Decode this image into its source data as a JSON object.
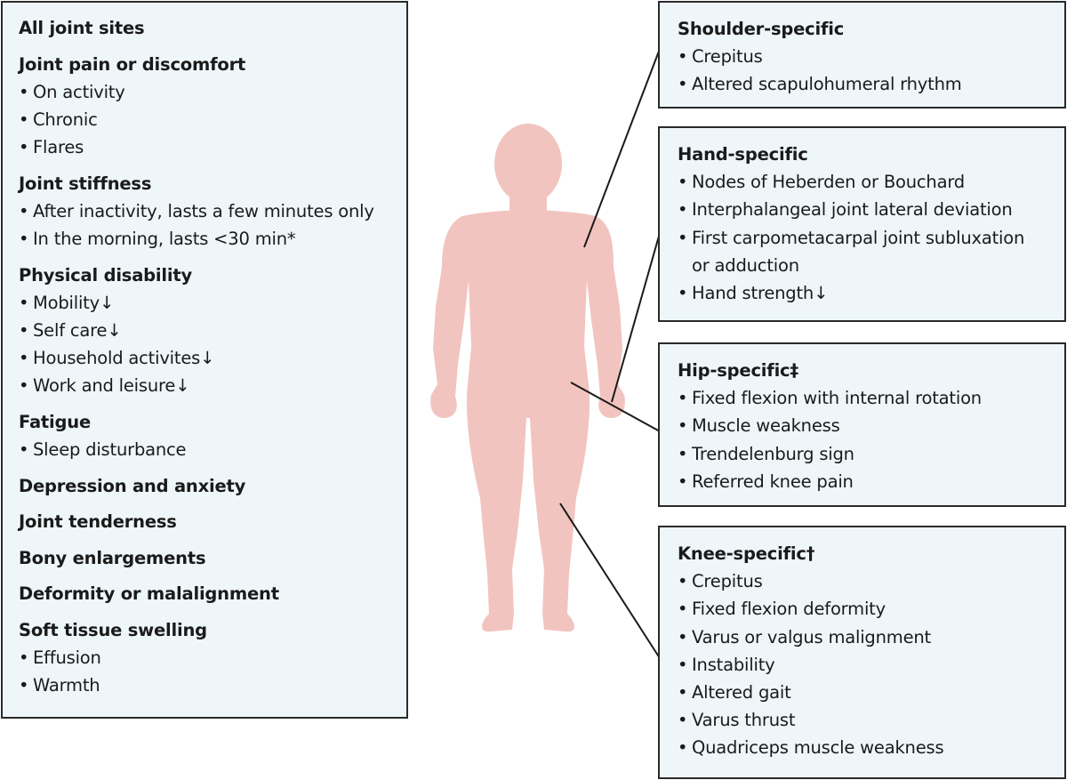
{
  "all_sites": {
    "title": "All joint sites",
    "groups": [
      {
        "heading": "Joint pain or discomfort",
        "items": [
          "On activity",
          "Chronic",
          "Flares"
        ]
      },
      {
        "heading": "Joint stiffness",
        "items": [
          "After inactivity, lasts a few minutes only",
          "In the morning, lasts <30 min*"
        ]
      },
      {
        "heading": "Physical disability",
        "items": [
          "Mobility↓",
          "Self care↓",
          "Household activites↓",
          "Work and leisure↓"
        ]
      },
      {
        "heading": "Fatigue",
        "items": [
          "Sleep disturbance"
        ]
      },
      {
        "heading": "Depression and anxiety",
        "items": []
      },
      {
        "heading": "Joint tenderness",
        "items": []
      },
      {
        "heading": "Bony enlargements",
        "items": []
      },
      {
        "heading": "Deformity or malalignment",
        "items": []
      },
      {
        "heading": "Soft tissue swelling",
        "items": [
          "Effusion",
          "Warmth"
        ]
      }
    ]
  },
  "shoulder": {
    "title": "Shoulder-specific",
    "items": [
      "Crepitus",
      "Altered scapulohumeral rhythm"
    ]
  },
  "hand": {
    "title": "Hand-specific",
    "items": [
      "Nodes of Heberden or Bouchard",
      "Interphalangeal joint lateral deviation",
      "First carpometacarpal joint subluxation",
      "or adduction",
      "Hand strength↓"
    ]
  },
  "hip": {
    "title": "Hip-specific‡",
    "items": [
      "Fixed flexion with internal rotation",
      "Muscle weakness",
      "Trendelenburg sign",
      "Referred knee pain"
    ]
  },
  "knee": {
    "title": "Knee-specific†",
    "items": [
      "Crepitus",
      "Fixed flexion deformity",
      "Varus or valgus malignment",
      "Instability",
      "Altered gait",
      "Varus thrust",
      "Quadriceps muscle weakness"
    ]
  },
  "colors": {
    "panel_background": "#eef6f9",
    "panel_border": "#2a2a2a",
    "body_silhouette": "#f2c4c0",
    "connector_lines": "#1a1a1a"
  }
}
